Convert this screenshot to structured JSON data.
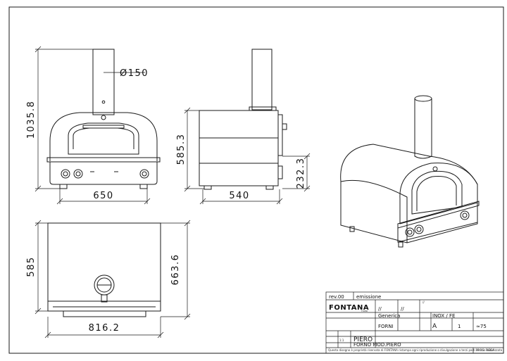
{
  "dimensions": {
    "flue_diameter": "Ø150",
    "total_height": "1035.8",
    "front_width": "650",
    "side_height": "585.3",
    "side_depth": "540",
    "door_height": "232.3",
    "top_depth": "585",
    "top_height": "663.6",
    "top_width": "816.2"
  },
  "title_block": {
    "revision": "rev.00",
    "emission": "emissione",
    "brand": "FONTANA",
    "brand_sub": "FORNI",
    "field_1": "//",
    "field_2": "//",
    "treatment": "//",
    "tolerance": "Generica",
    "series": "FORNI",
    "material": "INOX / FE",
    "format": "A",
    "sheet": "1",
    "weight": "≈75",
    "scale": "1:1",
    "part_name": "PIERO",
    "description": "FORNO MOD.PIERO",
    "footer_note": "Questo disegno è proprietà riservata di FONTANA ristampa ogni riproduzione o divulgazione a terzi parti se non autorizzata",
    "prog_label": "PROG. PIEGA"
  },
  "colors": {
    "line": "#1a1a1a",
    "paper": "#ffffff"
  }
}
